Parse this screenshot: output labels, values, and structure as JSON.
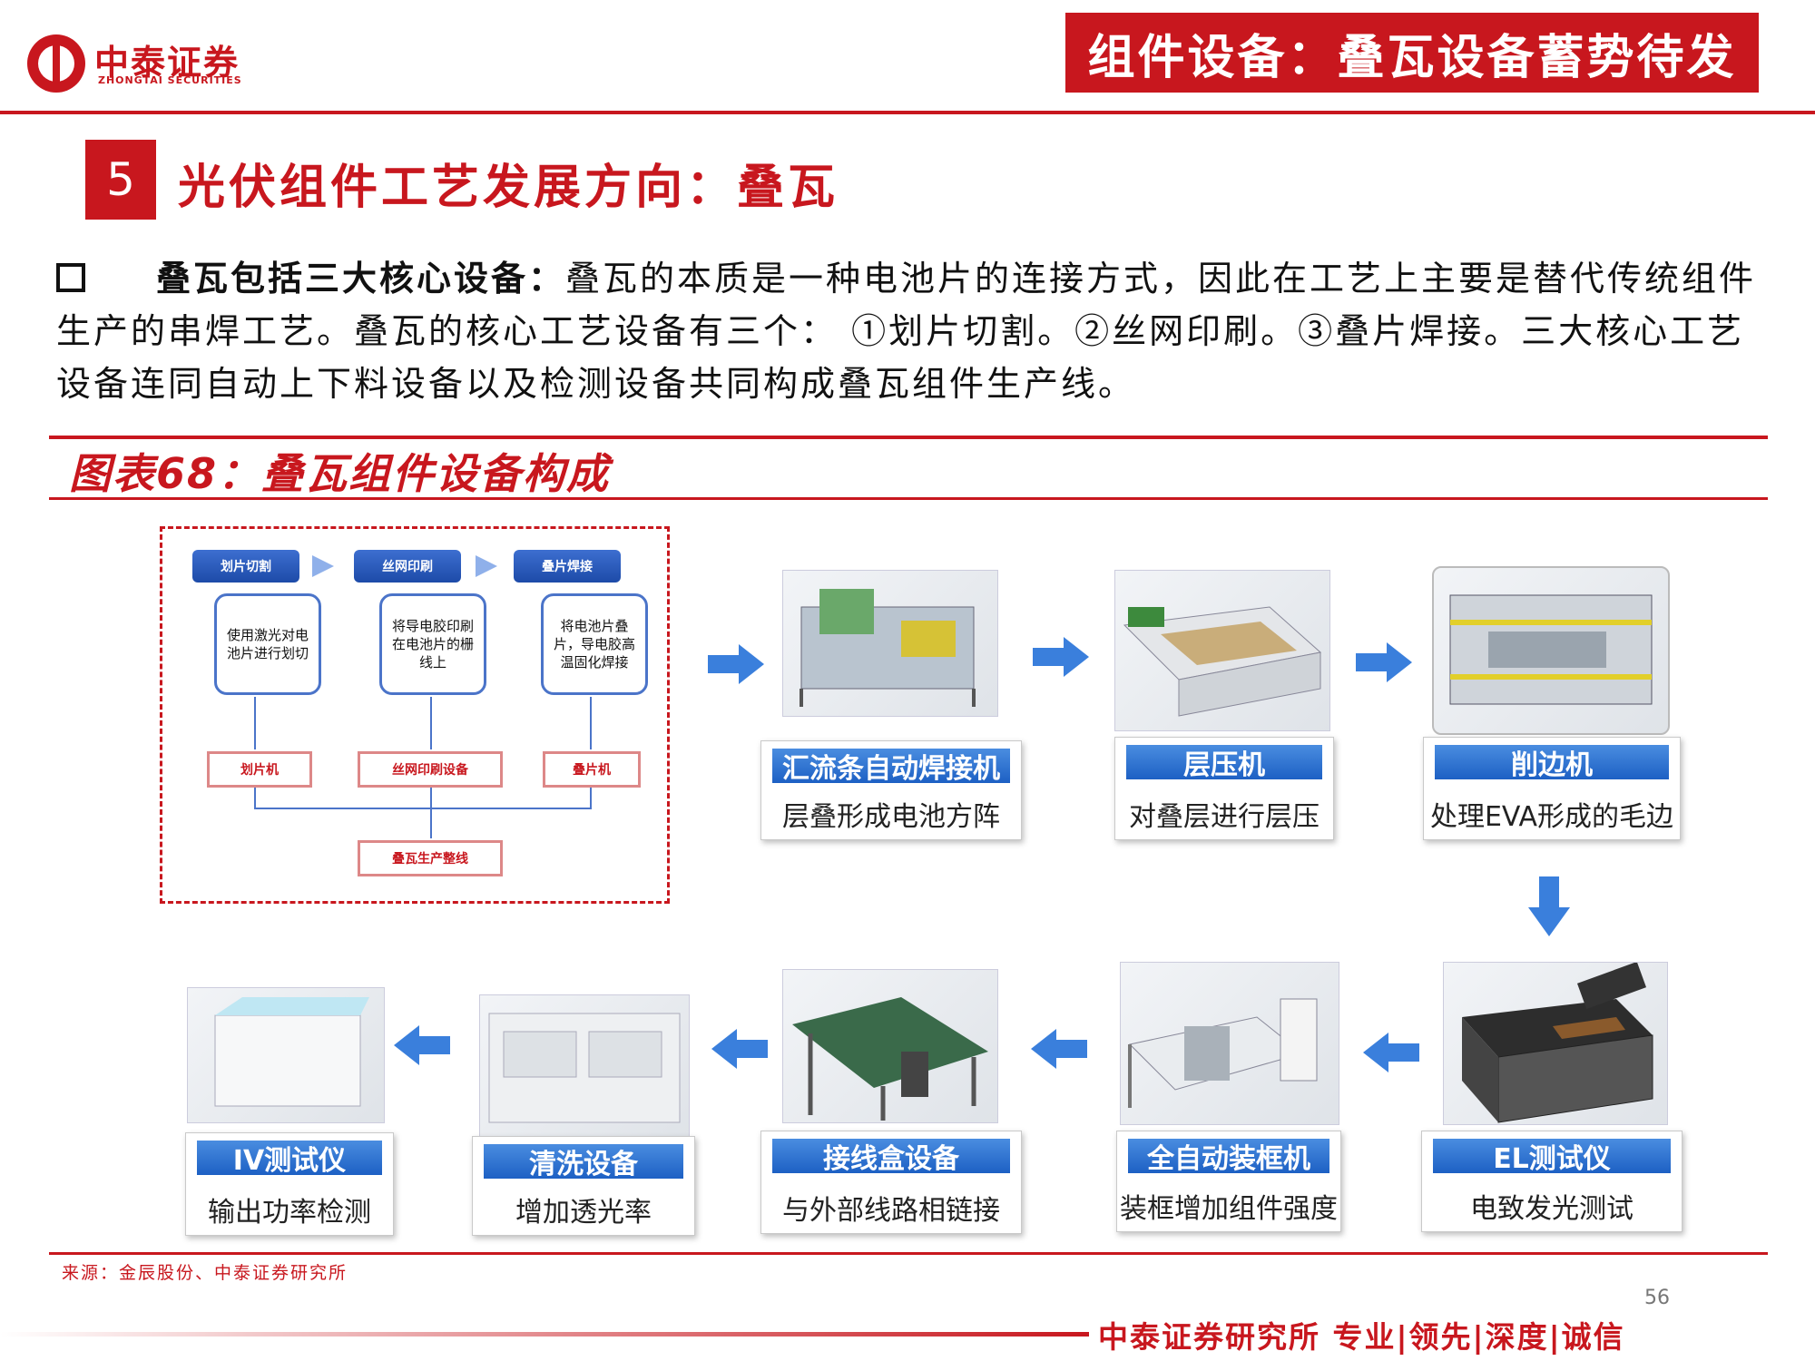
{
  "header": {
    "logo_cn": "中泰证券",
    "logo_en": "ZHONGTAI SECURITIES",
    "title": "组件设备：叠瓦设备蓄势待发"
  },
  "section": {
    "number": "5",
    "title": "光伏组件工艺发展方向：叠瓦"
  },
  "paragraph": {
    "bold": "叠瓦包括三大核心设备：",
    "text": "叠瓦的本质是一种电池片的连接方式，因此在工艺上主要是替代传统组件生产的串焊工艺。叠瓦的核心工艺设备有三个： ①划片切割。②丝网印刷。③叠片焊接。三大核心工艺设备连同自动上下料设备以及检测设备共同构成叠瓦组件生产线。"
  },
  "figure": {
    "title": "图表68：叠瓦组件设备构成",
    "source": "来源：金辰股份、中泰证券研究所"
  },
  "process": {
    "steps": [
      {
        "head": "划片切割",
        "desc": "使用激光对电池片进行划切",
        "equip": "划片机"
      },
      {
        "head": "丝网印刷",
        "desc": "将导电胶印刷在电池片的栅线上",
        "equip": "丝网印刷设备"
      },
      {
        "head": "叠片焊接",
        "desc": "将电池片叠片，导电胶高温固化焊接",
        "equip": "叠片机"
      }
    ],
    "final": "叠瓦生产整线"
  },
  "machines": [
    {
      "name": "汇流条自动焊接机",
      "desc": "层叠形成电池方阵"
    },
    {
      "name": "层压机",
      "desc": "对叠层进行层压"
    },
    {
      "name": "削边机",
      "desc": "处理EVA形成的毛边"
    },
    {
      "name": "EL测试仪",
      "desc": "电致发光测试"
    },
    {
      "name": "全自动装框机",
      "desc": "装框增加组件强度"
    },
    {
      "name": "接线盒设备",
      "desc": "与外部线路相链接"
    },
    {
      "name": "清洗设备",
      "desc": "增加透光率"
    },
    {
      "name": "IV测试仪",
      "desc": "输出功率检测"
    }
  ],
  "footer": {
    "page": "56",
    "slogan": "中泰证券研究所 专业|领先|深度|诚信"
  }
}
